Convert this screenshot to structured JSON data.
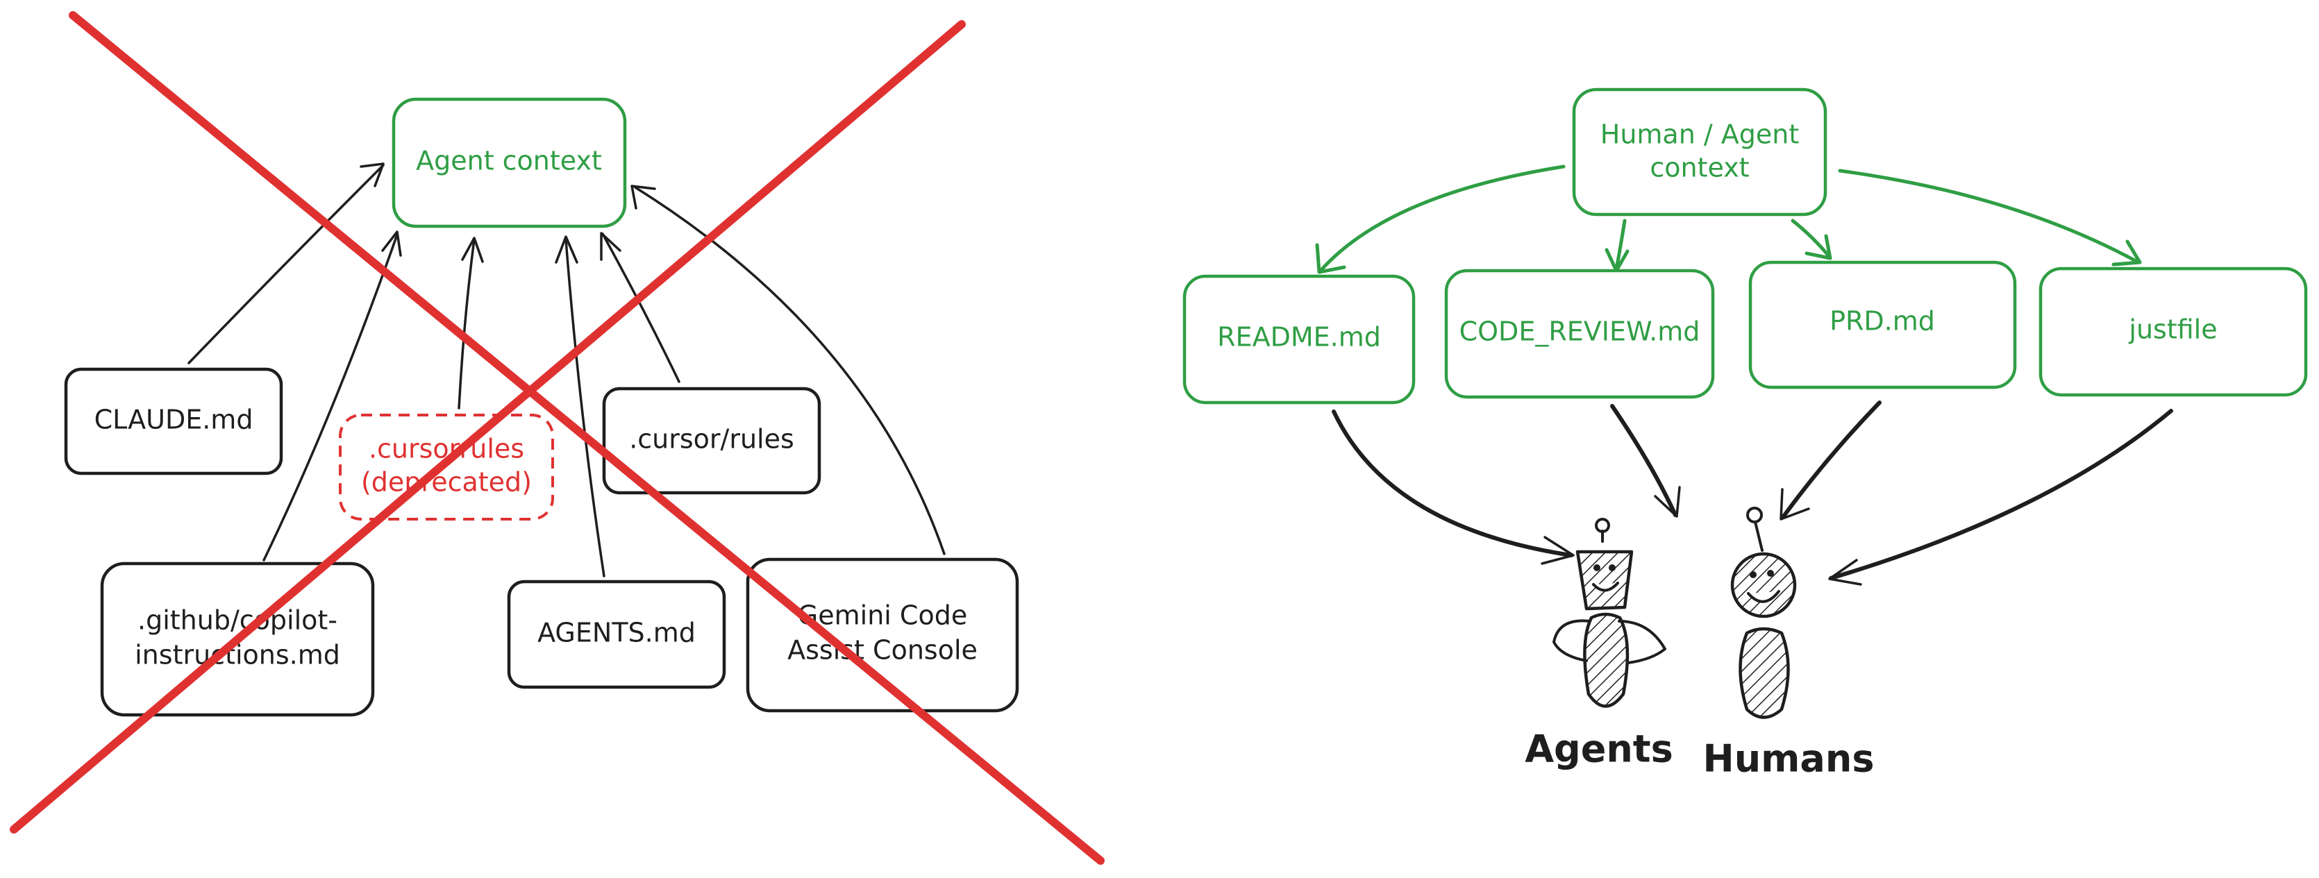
{
  "colors": {
    "ink": "#1e1e1e",
    "green": "#2f9e44",
    "red": "#e03131"
  },
  "left": {
    "hub": "Agent context",
    "sources": [
      "CLAUDE.md",
      ".cursorrules",
      "(deprecated)",
      ".cursor/rules",
      ".github/copilot-",
      "instructions.md",
      "AGENTS.md",
      "Gemini Code",
      "Assist Console"
    ]
  },
  "right": {
    "hub": [
      "Human / Agent",
      "context"
    ],
    "files": [
      "README.md",
      "CODE_REVIEW.md",
      "PRD.md",
      "justfile"
    ],
    "audiences": [
      "Agents",
      "Humans"
    ],
    "icons": [
      "robot-figure",
      "human-figure"
    ]
  }
}
